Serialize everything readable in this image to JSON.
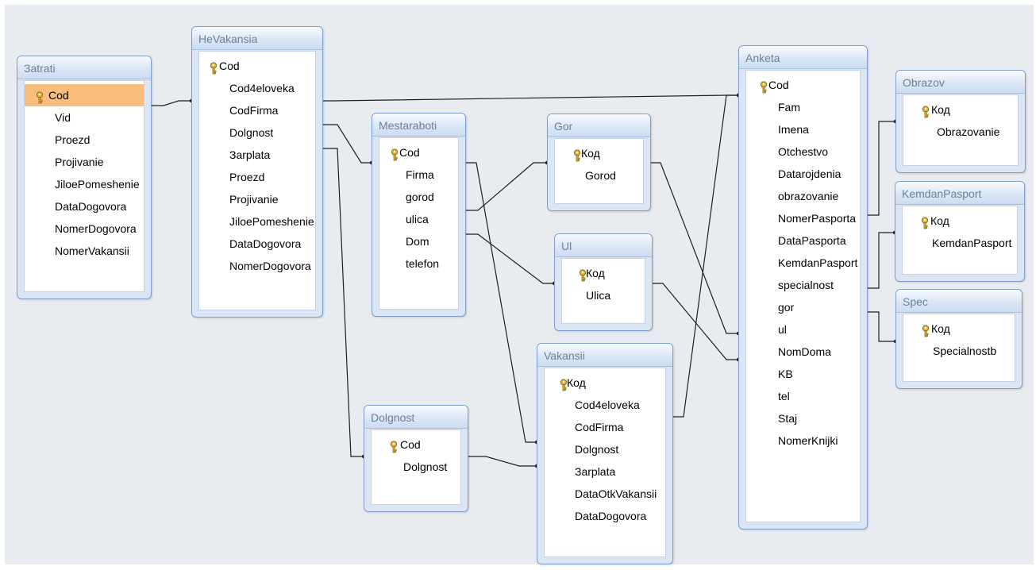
{
  "tables": {
    "zatrati": {
      "title": "Зatrati",
      "fields": [
        "Cod",
        "Vid",
        "Proezd",
        "Projivanie",
        "JiloePomeshenie",
        "DataDogovora",
        "NomerDogovora",
        "NomerVakansii"
      ]
    },
    "hevakansia": {
      "title": "HeVakansia",
      "fields": [
        "Cod",
        "Cod4eloveka",
        "CodFirma",
        "Dolgnost",
        "Зarplata",
        "Proezd",
        "Projivanie",
        "JiloePomeshenie",
        "DataDogovora",
        "NomerDogovora"
      ]
    },
    "mestaraboti": {
      "title": "Mestaraboti",
      "fields": [
        "Cod",
        "Firma",
        "gorod",
        "ulica",
        "Dom",
        "telefon"
      ]
    },
    "gor": {
      "title": "Gor",
      "fields": [
        "Код",
        "Gorod"
      ]
    },
    "ul": {
      "title": "Ul",
      "fields": [
        "Код",
        "Ulica"
      ]
    },
    "dolgnost": {
      "title": "Dolgnost",
      "fields": [
        "Cod",
        "Dolgnost"
      ]
    },
    "vakansii": {
      "title": "Vakansii",
      "fields": [
        "Код",
        "Cod4eloveka",
        "CodFirma",
        "Dolgnost",
        "Зarplata",
        "DataOtkVakansii",
        "DataDogovora"
      ]
    },
    "anketa": {
      "title": "Anketa",
      "fields": [
        "Cod",
        "Fam",
        "Imena",
        "Otchestvo",
        "Datarojdenia",
        "obrazovanie",
        "NomerPasporta",
        "DataPasporta",
        "KemdanPasport",
        "specialnost",
        "gor",
        "ul",
        "NomDoma",
        "KB",
        "tel",
        "Staj",
        "NomerKnijki"
      ]
    },
    "obrazov": {
      "title": "Obrazov",
      "fields": [
        "Код",
        "Obrazovanie"
      ]
    },
    "kemdanpasport": {
      "title": "KemdanPasport",
      "fields": [
        "Код",
        "KemdanPasport"
      ]
    },
    "spec": {
      "title": "Spec",
      "fields": [
        "Код",
        "Specialnostb"
      ]
    }
  },
  "colors": {
    "canvas": "#e8ecf1",
    "header": "#dbe7f6",
    "border": "#7e9fcc",
    "selected": "#f9be7e",
    "line": "#1e1e1e",
    "key": "#e2b53c"
  }
}
